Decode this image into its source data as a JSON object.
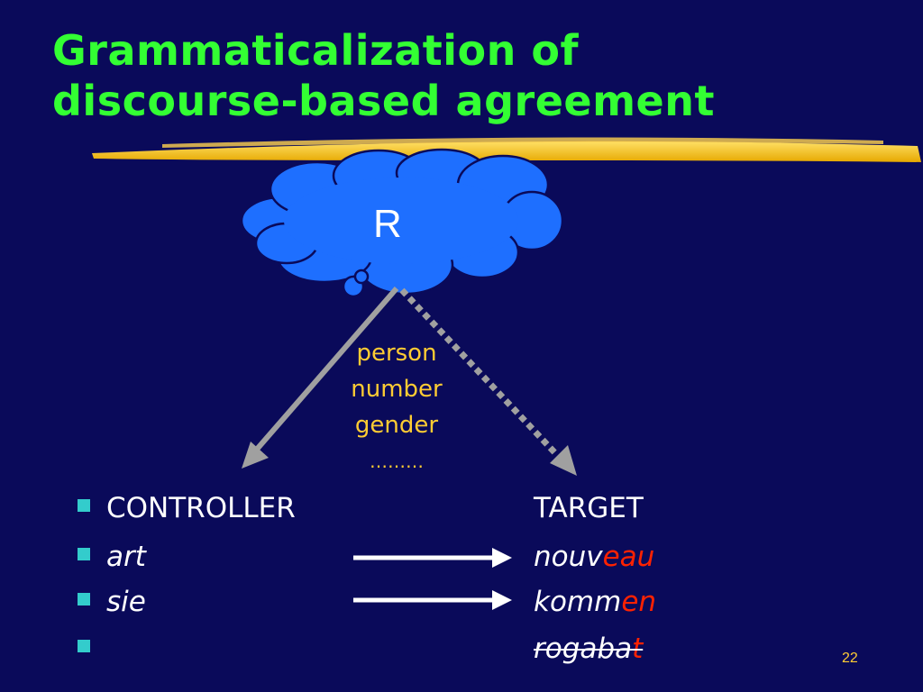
{
  "title": {
    "line1": "Grammaticalization of",
    "line2": "discourse-based agreement"
  },
  "cloud": {
    "label": "R"
  },
  "features": [
    "person",
    "number",
    "gender",
    "………"
  ],
  "rows": [
    {
      "controller": "CONTROLLER",
      "target_stem": "TARGET",
      "target_suffix": ""
    },
    {
      "controller": "art",
      "target_stem": "nouv",
      "target_suffix": "eau"
    },
    {
      "controller": "sie",
      "target_stem": "komm",
      "target_suffix": "en"
    },
    {
      "controller": "",
      "target_stem": "rogaba",
      "target_suffix": "t"
    }
  ],
  "page_number": "22",
  "colors": {
    "background": "#0a0a5a",
    "title": "#33ff33",
    "features": "#ffcc33",
    "suffix": "#ff2200",
    "bullet": "#33cccc",
    "cloud": "#1e6fff"
  }
}
